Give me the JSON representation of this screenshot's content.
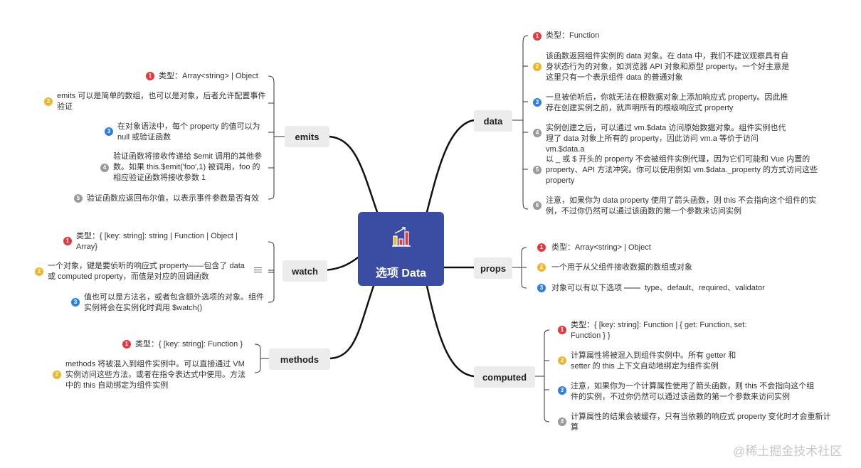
{
  "center": {
    "title": "选项 Data"
  },
  "branches": {
    "data": {
      "label": "data",
      "items": [
        {
          "num": "1",
          "text": "类型：Function"
        },
        {
          "num": "2",
          "text": "该函数返回组件实例的 data 对象。在 data 中，我们不建议观察具有自身状态行为的对象，如浏览器 API 对象和原型 property。一个好主意是这里只有一个表示组件 data 的普通对象"
        },
        {
          "num": "3",
          "text": "一旦被侦听后，你就无法在根数据对象上添加响应式 property。因此推荐在创建实例之前，就声明所有的根级响应式 property"
        },
        {
          "num": "4",
          "text": "实例创建之后，可以通过 vm.$data 访问原始数据对象。组件实例也代理了 data 对象上所有的 property，因此访问 vm.a 等价于访问 vm.$data.a"
        },
        {
          "num": "5",
          "text": "以 _ 或 $ 开头的 property 不会被组件实例代理，因为它们可能和 Vue 内置的 property、API 方法冲突。你可以使用例如 vm.$data._property 的方式访问这些 property"
        },
        {
          "num": "6",
          "text": "注意，如果你为 data property 使用了箭头函数，则 this 不会指向这个组件的实例，不过你仍然可以通过该函数的第一个参数来访问实例"
        }
      ]
    },
    "props": {
      "label": "props",
      "items": [
        {
          "num": "1",
          "text": "类型：Array<string> | Object"
        },
        {
          "num": "2",
          "text": "一个用于从父组件接收数据的数组或对象"
        },
        {
          "num": "3",
          "text": "对象可以有以下选项"
        }
      ],
      "sub": "type、default、required、validator"
    },
    "computed": {
      "label": "computed",
      "items": [
        {
          "num": "1",
          "text": "类型：{ [key: string]: Function | { get: Function, set: Function } }"
        },
        {
          "num": "2",
          "text": "计算属性将被混入到组件实例中。所有 getter 和 setter 的 this 上下文自动地绑定为组件实例"
        },
        {
          "num": "3",
          "text": "注意，如果你为一个计算属性使用了箭头函数，则 this 不会指向这个组件的实例，不过你仍然可以通过该函数的第一个参数来访问实例"
        },
        {
          "num": "4",
          "text": "计算属性的结果会被缓存，只有当依赖的响应式 property 变化时才会重新计算"
        }
      ]
    },
    "emits": {
      "label": "emits",
      "items": [
        {
          "num": "1",
          "text": "类型：Array<string> | Object"
        },
        {
          "num": "2",
          "text": "emits 可以是简单的数组，也可以是对象，后者允许配置事件验证"
        },
        {
          "num": "3",
          "text": "在对象语法中，每个 property 的值可以为 null 或验证函数"
        },
        {
          "num": "4",
          "text": "验证函数将接收传递给 $emit 调用的其他参数。如果 this.$emit('foo',1) 被调用，foo 的相应验证函数将接收参数 1"
        },
        {
          "num": "5",
          "text": "验证函数应返回布尔值，以表示事件参数是否有效"
        }
      ]
    },
    "watch": {
      "label": "watch",
      "items": [
        {
          "num": "1",
          "text": "类型：{ [key: string]: string | Function | Object | Array}"
        },
        {
          "num": "2",
          "text": "一个对象，键是要侦听的响应式 property——包含了 data 或 computed property，而值是对应的回调函数"
        },
        {
          "num": "3",
          "text": "值也可以是方法名，或者包含额外选项的对象。组件实例将会在实例化时调用 $watch()"
        }
      ]
    },
    "methods": {
      "label": "methods",
      "items": [
        {
          "num": "1",
          "text": "类型：{ [key: string]: Function }"
        },
        {
          "num": "2",
          "text": "methods 将被混入到组件实例中。可以直接通过 VM 实例访问这些方法，或者在指令表达式中使用。方法中的 this 自动绑定为组件实例"
        }
      ]
    }
  },
  "watermark": "@稀土掘金技术社区",
  "colors": {
    "center": "#3a4da3",
    "badge1": "#e0393e",
    "badge2": "#f0b62b",
    "badge3": "#2f7fe0",
    "badgeOther": "#9a9a9a"
  }
}
